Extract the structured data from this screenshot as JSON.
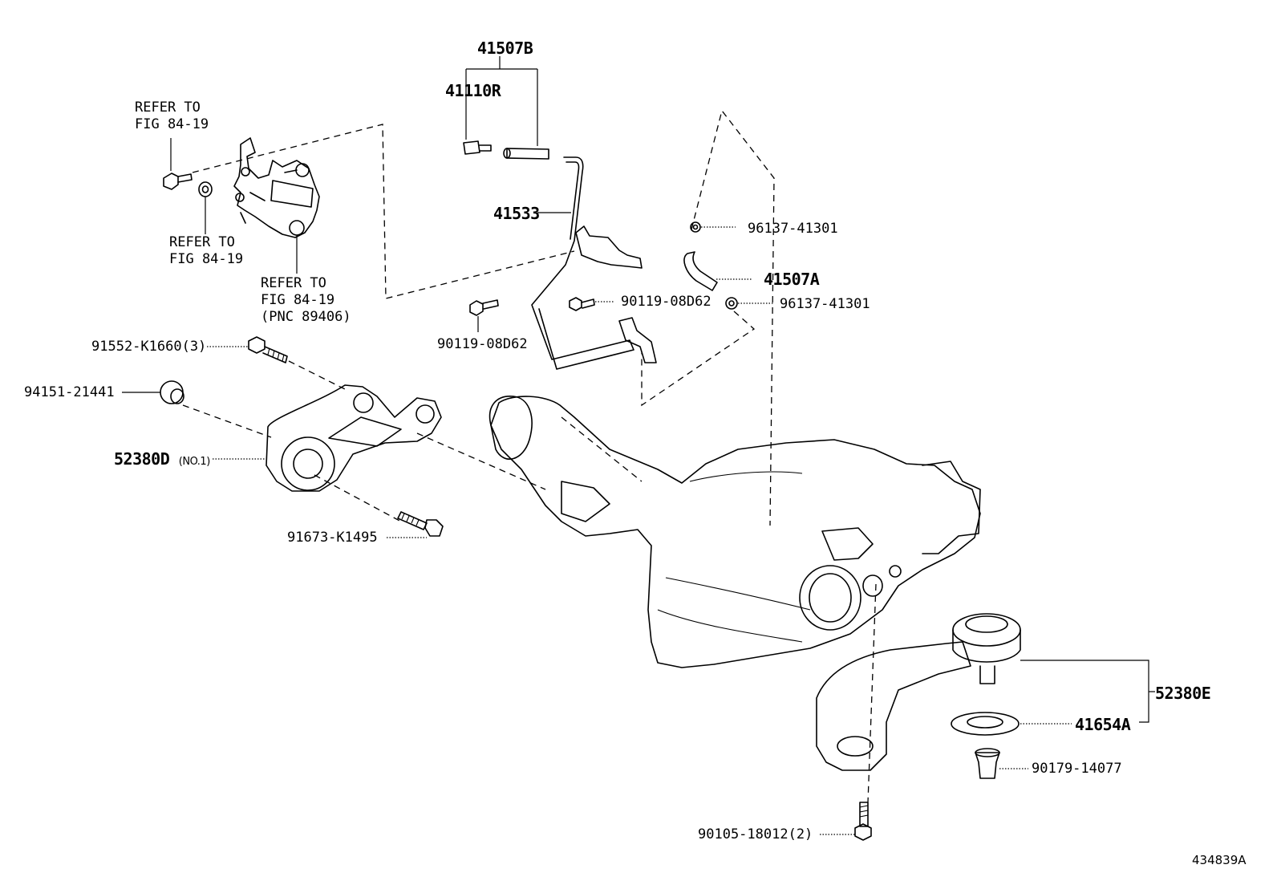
{
  "labels": {
    "p41507B": "41507B",
    "p41110R": "41110R",
    "p41533": "41533",
    "p96137_top": "96137-41301",
    "p41507A": "41507A",
    "p96137_bottom": "96137-41301",
    "p90119_right": "90119-08D62",
    "p90119_left": "90119-08D62",
    "p91552": "91552-K1660(3)",
    "p94151": "94151-21441",
    "p52380D": "52380D",
    "p52380D_note": "(NO.1)",
    "p91673": "91673-K1495",
    "p52380E": "52380E",
    "p41654A": "41654A",
    "p90179": "90179-14077",
    "p90105": "90105-18012(2)"
  },
  "references": {
    "ref1": "REFER TO\nFIG 84-19",
    "ref2": "REFER TO\nFIG 84-19",
    "ref3": "REFER TO\nFIG 84-19\n(PNC 89406)"
  },
  "figure_id": "434839A",
  "colors": {
    "line": "#000000",
    "background": "#ffffff"
  }
}
